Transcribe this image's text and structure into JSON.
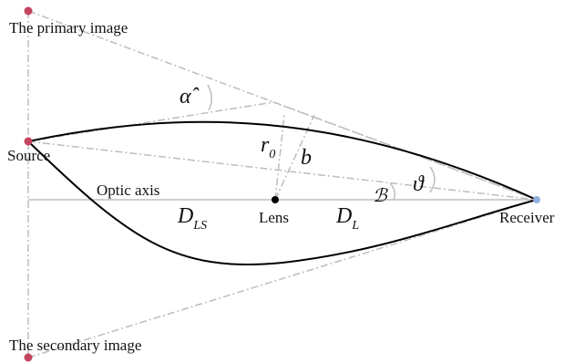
{
  "labels": {
    "primary_image": "The primary image",
    "secondary_image": "The secondary image",
    "source": "Source",
    "optic_axis": "Optic axis",
    "lens": "Lens",
    "receiver": "Receiver"
  },
  "symbols": {
    "alpha_hat": "α̂",
    "r": "r",
    "r_sub": "0",
    "b": "b",
    "beta": "ℬ",
    "theta": "ϑ",
    "d_ls": "D",
    "d_ls_sub": "LS",
    "d_l": "D",
    "d_l_sub": "L"
  },
  "colors": {
    "curve": "#000000",
    "guide": "#bdbdbd",
    "image_point": "#c4455f",
    "receiver_point": "#8fb0e0",
    "lens_point": "#000000"
  }
}
